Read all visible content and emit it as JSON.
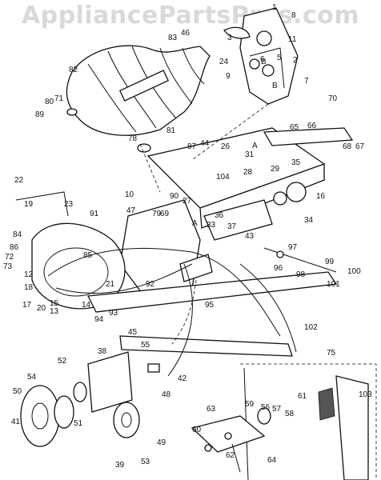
{
  "watermark": "AppliancePartsPros.com",
  "part_numbers": [
    "1",
    "2",
    "3",
    "5",
    "6",
    "7",
    "8",
    "9",
    "10",
    "11",
    "12",
    "13",
    "14",
    "15",
    "16",
    "17",
    "18",
    "19",
    "20",
    "21",
    "22",
    "23",
    "24",
    "26",
    "27",
    "28",
    "29",
    "31",
    "33",
    "34",
    "35",
    "36",
    "37",
    "38",
    "39",
    "41",
    "42",
    "43",
    "44",
    "45",
    "46",
    "47",
    "48",
    "49",
    "50",
    "51",
    "52",
    "53",
    "54",
    "55",
    "56",
    "57",
    "58",
    "59",
    "60",
    "61",
    "62",
    "63",
    "64",
    "65",
    "66",
    "67",
    "68",
    "69",
    "70",
    "71",
    "72",
    "73",
    "75",
    "78",
    "79",
    "80",
    "81",
    "82",
    "83",
    "84",
    "85",
    "86",
    "87",
    "89",
    "90",
    "91",
    "92",
    "93",
    "94",
    "95",
    "96",
    "97",
    "98",
    "99",
    "100",
    "101",
    "102",
    "103",
    "104"
  ],
  "section_letters": [
    "A",
    "B"
  ]
}
